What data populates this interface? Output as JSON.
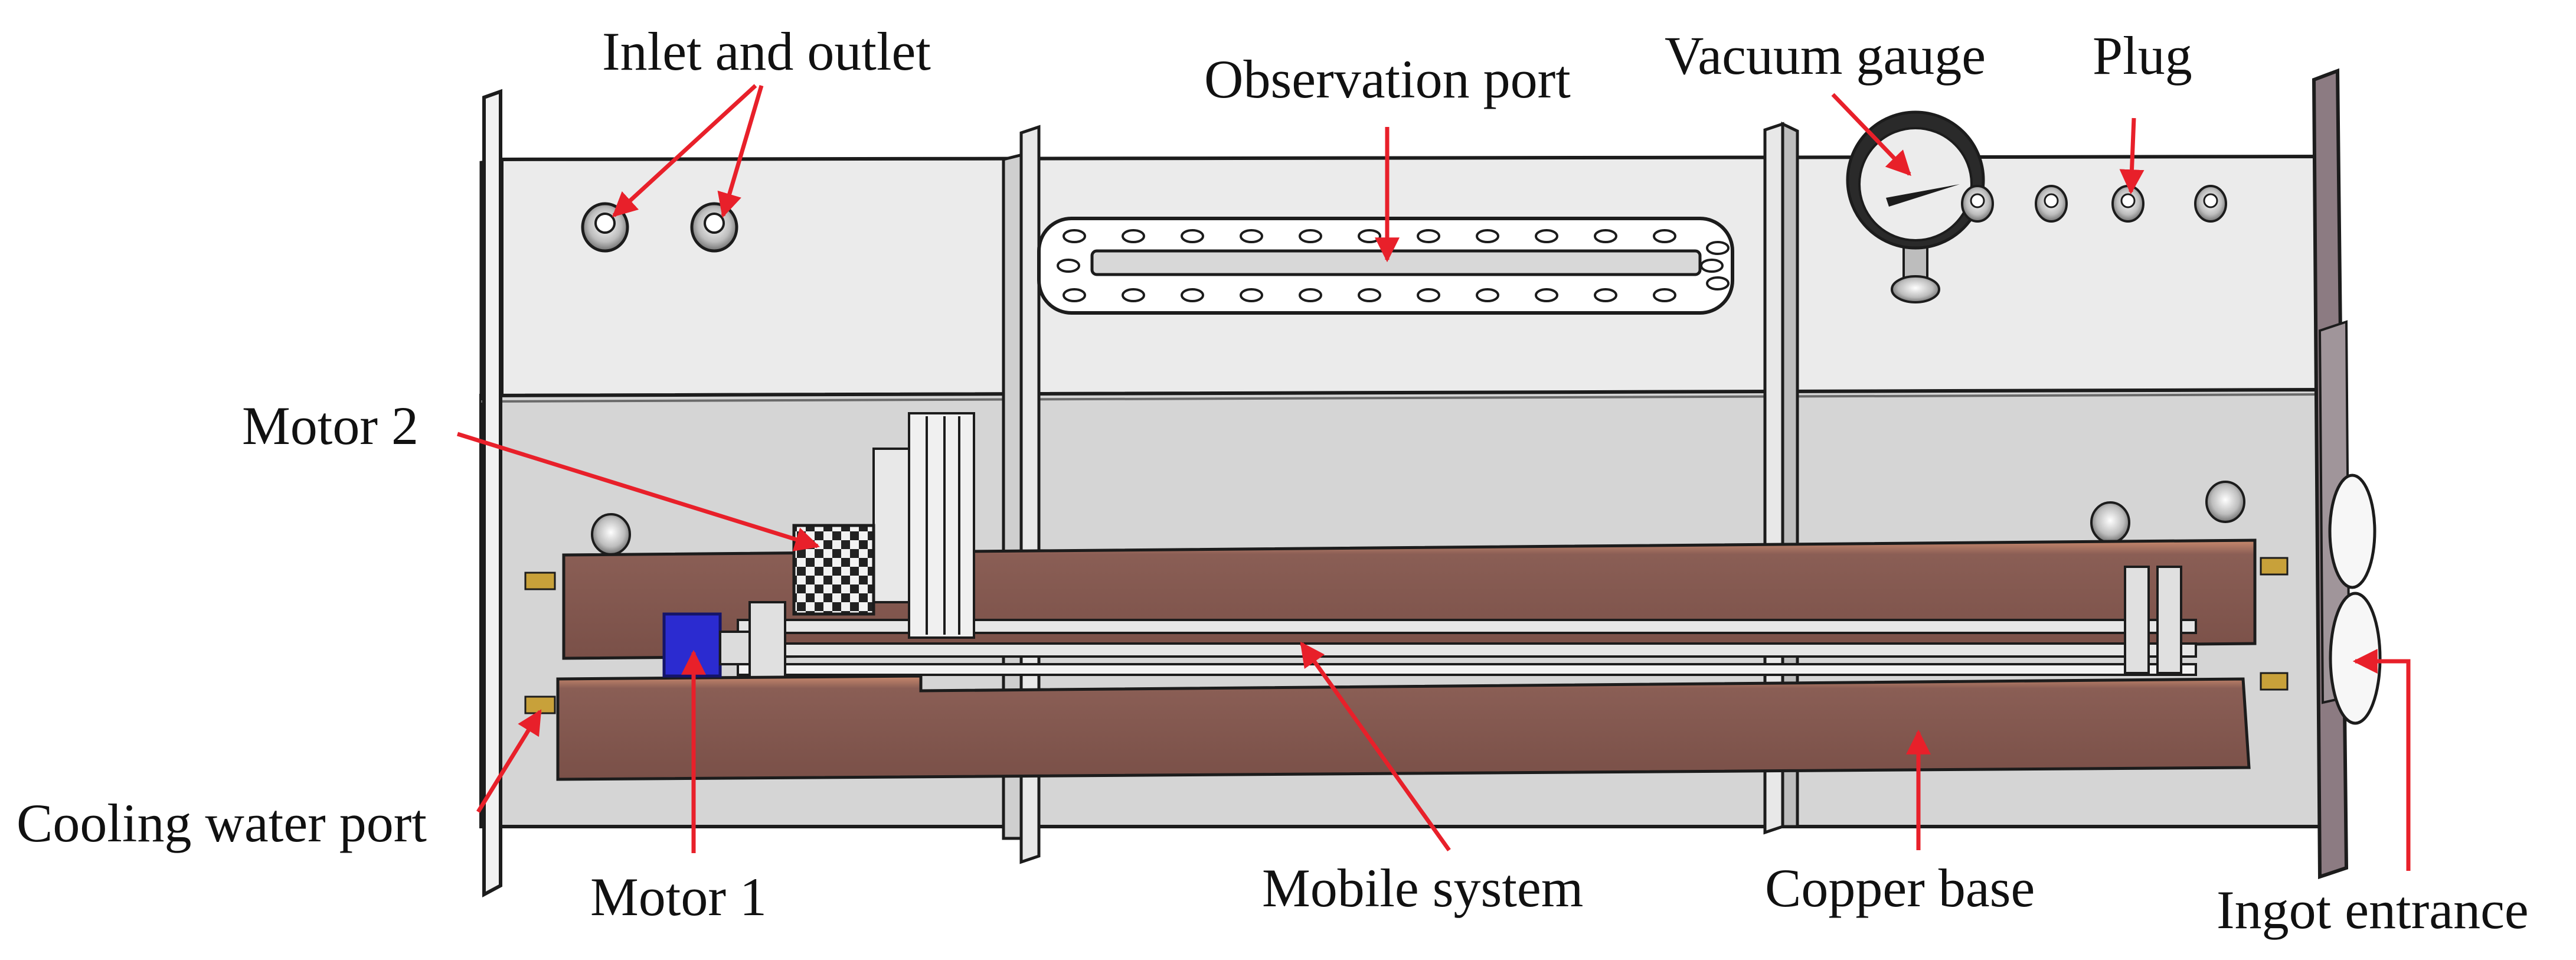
{
  "labels": {
    "inlet_outlet": "Inlet and outlet",
    "observation_port": "Observation port",
    "vacuum_gauge": "Vacuum gauge",
    "plug": "Plug",
    "motor_2": "Motor 2",
    "cooling_water_port": "Cooling water port",
    "motor_1": "Motor 1",
    "mobile_system": "Mobile system",
    "copper_base": "Copper base",
    "ingot_entrance": "Ingot entrance"
  },
  "colors": {
    "arrow": "#e8202a",
    "copper": "#855a52",
    "copper_highlight": "#c98a6e",
    "chamber_upper": "#e9e9e9",
    "chamber_lower": "#d2d2d2",
    "motor_1": "#2b2bd0",
    "outline": "#1c1c1c"
  }
}
